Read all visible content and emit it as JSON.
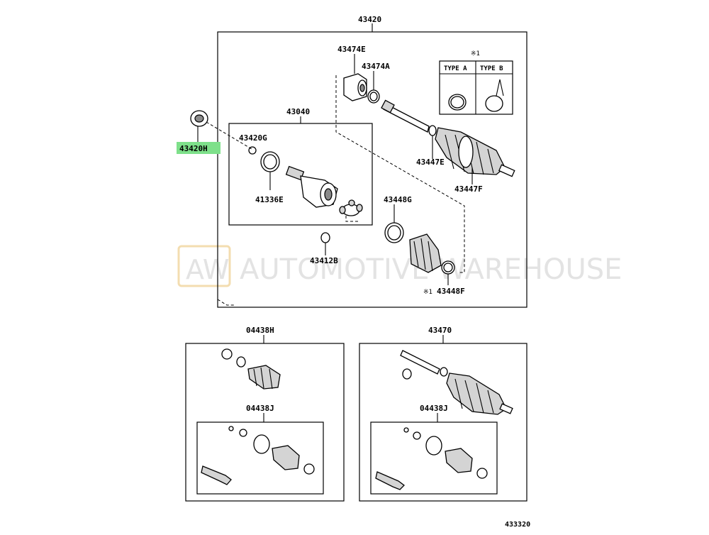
{
  "diagram": {
    "page_ref": "433320",
    "watermark": {
      "logo": "AW",
      "text": "AUTOMOTIVE WAREHOUSE"
    },
    "note_symbol": "※1",
    "type_a": "TYPE A",
    "type_b": "TYPE B",
    "labels": {
      "p43420": "43420",
      "p43474E": "43474E",
      "p43474A": "43474A",
      "p43040": "43040",
      "p43420G": "43420G",
      "p43420H": "43420H",
      "p41336E": "41336E",
      "p43447E": "43447E",
      "p43447F": "43447F",
      "p43448G": "43448G",
      "p43412B": "43412B",
      "p43448F": "43448F",
      "p04438H": "04438H",
      "p04438J_left": "04438J",
      "p43470": "43470",
      "p04438J_right": "04438J"
    },
    "highlight_color": "#7ee08a"
  }
}
